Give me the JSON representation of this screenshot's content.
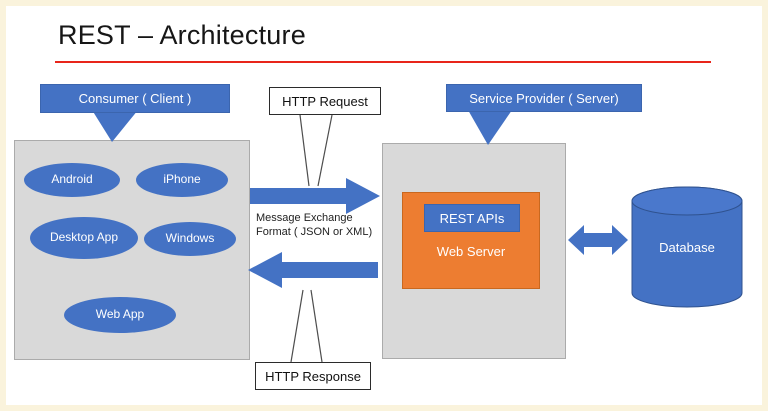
{
  "title": "REST – Architecture",
  "colors": {
    "blue": "#4472C4",
    "orange": "#ED7D31",
    "panel_gray": "#D9D9D9",
    "underline_red": "#E8251A"
  },
  "client": {
    "callout": "Consumer ( Client )",
    "apps": [
      "Android",
      "iPhone",
      "Desktop App",
      "Windows",
      "Web App"
    ]
  },
  "request": {
    "label": "HTTP Request"
  },
  "response": {
    "label": "HTTP Response"
  },
  "note": {
    "line1": "Message Exchange",
    "line2": "Format ( JSON or XML)"
  },
  "server": {
    "callout": "Service Provider ( Server)",
    "rest_apis": "REST APIs",
    "web_server": "Web Server"
  },
  "database": {
    "label": "Database"
  }
}
